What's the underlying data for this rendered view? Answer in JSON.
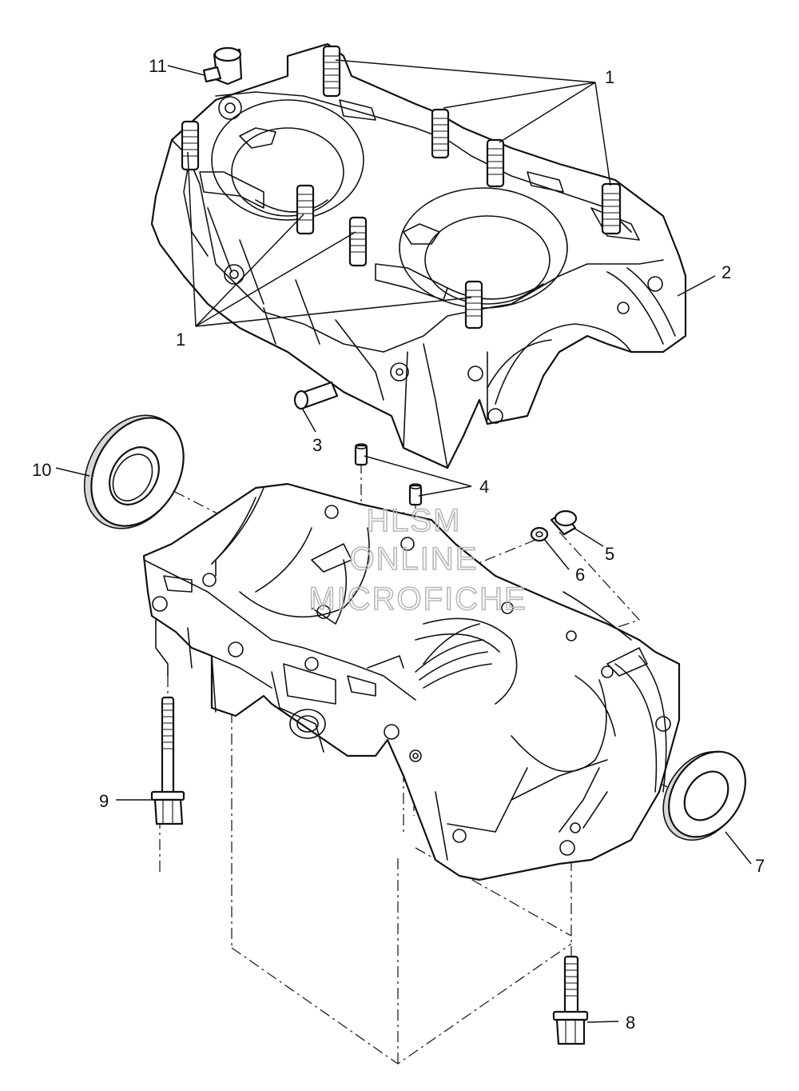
{
  "callouts": {
    "c1a": "1",
    "c1b": "1",
    "c2": "2",
    "c3": "3",
    "c4": "4",
    "c5": "5",
    "c6": "6",
    "c7": "7",
    "c8": "8",
    "c9": "9",
    "c10": "10",
    "c11": "11"
  },
  "watermark": {
    "line1": "HLSM",
    "line2": "ONLINE",
    "line3": "MICROFICHE"
  },
  "colors": {
    "ink": "#111111",
    "watermark": "#b8b8b8",
    "background": "#ffffff"
  }
}
